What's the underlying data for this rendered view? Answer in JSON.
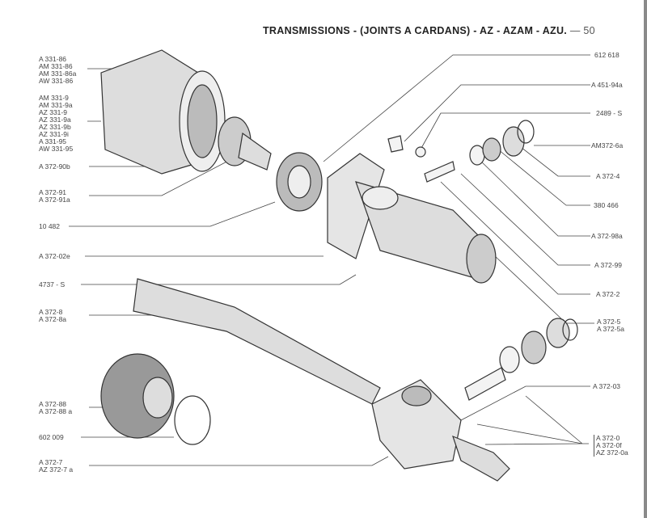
{
  "header": {
    "title": "TRANSMISSIONS - (JOINTS A CARDANS) - AZ - AZAM - AZU.",
    "page": "— 50"
  },
  "left_labels": [
    {
      "lines": [
        "A   331-86",
        "AM 331-86",
        "AM 331-86a",
        "AW 331-86"
      ]
    },
    {
      "lines": [
        "AM 331-9",
        "AM 331-9a",
        "AZ 331-9",
        "AZ 331-9a",
        "AZ 331-9b",
        "AZ 331-9i",
        "A   331-95",
        "AW 331-95"
      ]
    },
    {
      "lines": [
        "A 372-90b"
      ]
    },
    {
      "lines": [
        "A 372-91",
        "A 372-91a"
      ]
    },
    {
      "lines": [
        "10 482"
      ]
    },
    {
      "lines": [
        "A 372-02e"
      ]
    },
    {
      "lines": [
        "4737 - S"
      ]
    },
    {
      "lines": [
        "A  372-8",
        "A  372-8a"
      ]
    },
    {
      "lines": [
        "A  372-88",
        "A  372-88 a"
      ]
    },
    {
      "lines": [
        "602 009"
      ]
    },
    {
      "lines": [
        "A   372-7",
        "AZ  372-7 a"
      ]
    }
  ],
  "right_labels": [
    {
      "lines": [
        "612 618"
      ]
    },
    {
      "lines": [
        "A 451-94a"
      ]
    },
    {
      "lines": [
        "2489 - S"
      ]
    },
    {
      "lines": [
        "AM372-6a"
      ]
    },
    {
      "lines": [
        "A  372-4"
      ]
    },
    {
      "lines": [
        "380 466"
      ]
    },
    {
      "lines": [
        "A 372-98a"
      ]
    },
    {
      "lines": [
        "A 372-99"
      ]
    },
    {
      "lines": [
        "A  372-2"
      ]
    },
    {
      "lines": [
        "A  372-5",
        "A  372-5a"
      ]
    },
    {
      "lines": [
        "A 372-03"
      ]
    },
    {
      "lines": [
        "A  372-0",
        "A  372-0f",
        "AZ 372-0a"
      ]
    }
  ]
}
